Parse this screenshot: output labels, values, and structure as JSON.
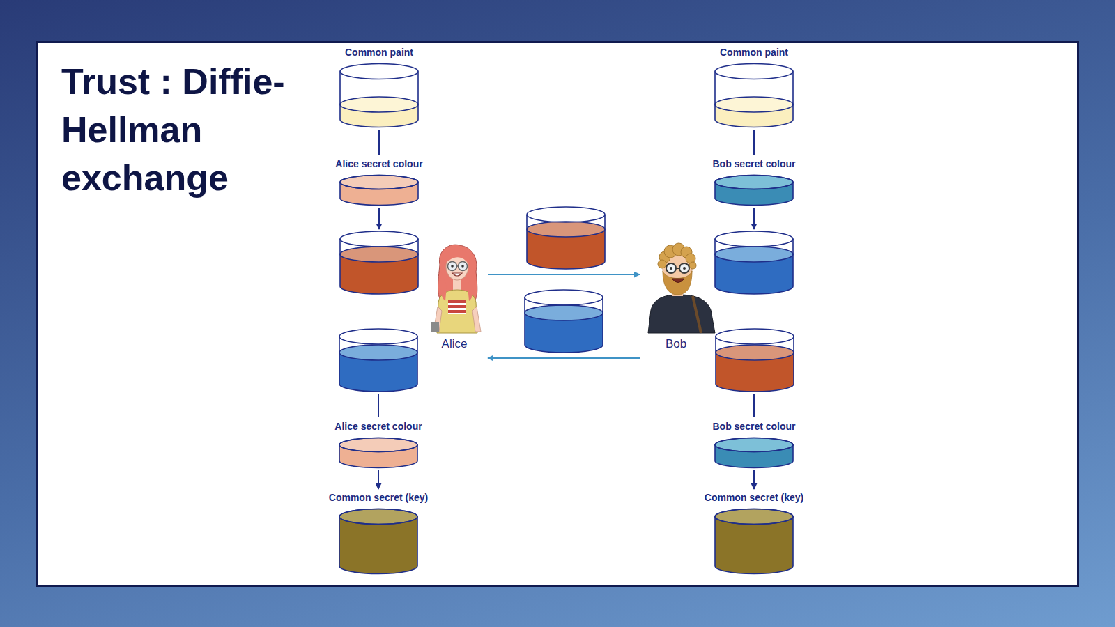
{
  "diagram": {
    "title": "Trust : Diffie-Hellman exchange",
    "nodes": [
      {
        "text": [
          "Common paint"
        ]
      },
      {
        "text": [
          "Common paint"
        ]
      },
      {
        "text": [
          "Alice secret colour"
        ]
      },
      {
        "text": [
          "Bob secret colour"
        ]
      },
      {
        "text": [
          "Alice"
        ]
      },
      {
        "text": [
          "Bob"
        ]
      },
      {
        "text": [
          "Alice secret colour"
        ]
      },
      {
        "text": [
          "Bob secret colour"
        ]
      },
      {
        "text": [
          "Common secret (key)"
        ]
      },
      {
        "text": [
          "Common secret (key)"
        ]
      }
    ],
    "edges": [
      {
        "from": 0,
        "to": 2,
        "arrow": "none"
      },
      {
        "from": 1,
        "to": 3,
        "arrow": "none"
      },
      {
        "from": 4,
        "to": 5,
        "arrow": "to"
      },
      {
        "from": 5,
        "to": 4,
        "arrow": "to"
      },
      {
        "from": 6,
        "to": 8,
        "arrow": "to"
      },
      {
        "from": 7,
        "to": 9,
        "arrow": "to"
      }
    ]
  }
}
